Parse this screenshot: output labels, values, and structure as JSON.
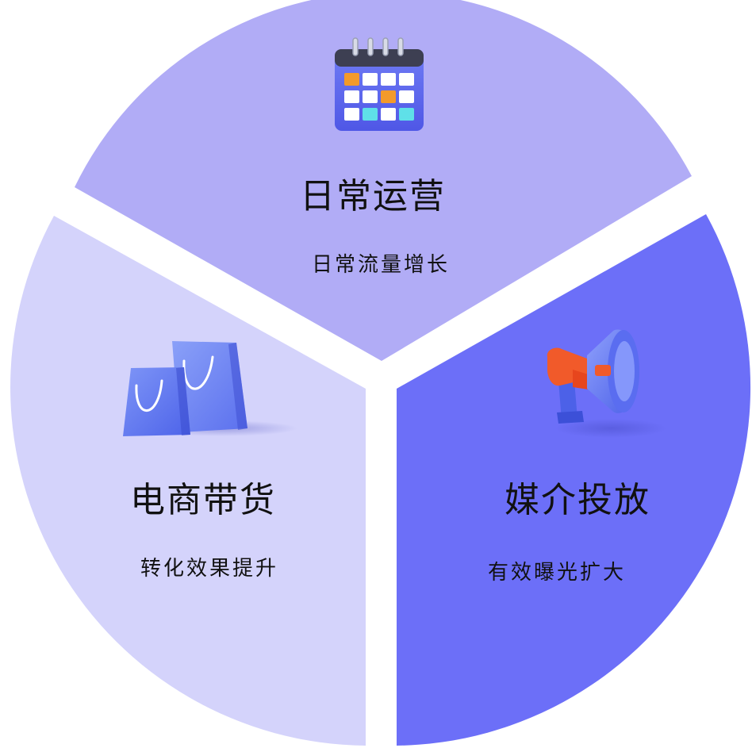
{
  "segments": [
    {
      "id": "daily-ops",
      "title": "日常运营",
      "subtitle": "日常流量增长",
      "icon": "calendar-icon",
      "color": "#b1acf6"
    },
    {
      "id": "ecommerce",
      "title": "电商带货",
      "subtitle": "转化效果提升",
      "icon": "shopping-bags-icon",
      "color": "#d4d3fb"
    },
    {
      "id": "media",
      "title": "媒介投放",
      "subtitle": "有效曝光扩大",
      "icon": "megaphone-icon",
      "color": "#6c6ff8"
    }
  ]
}
